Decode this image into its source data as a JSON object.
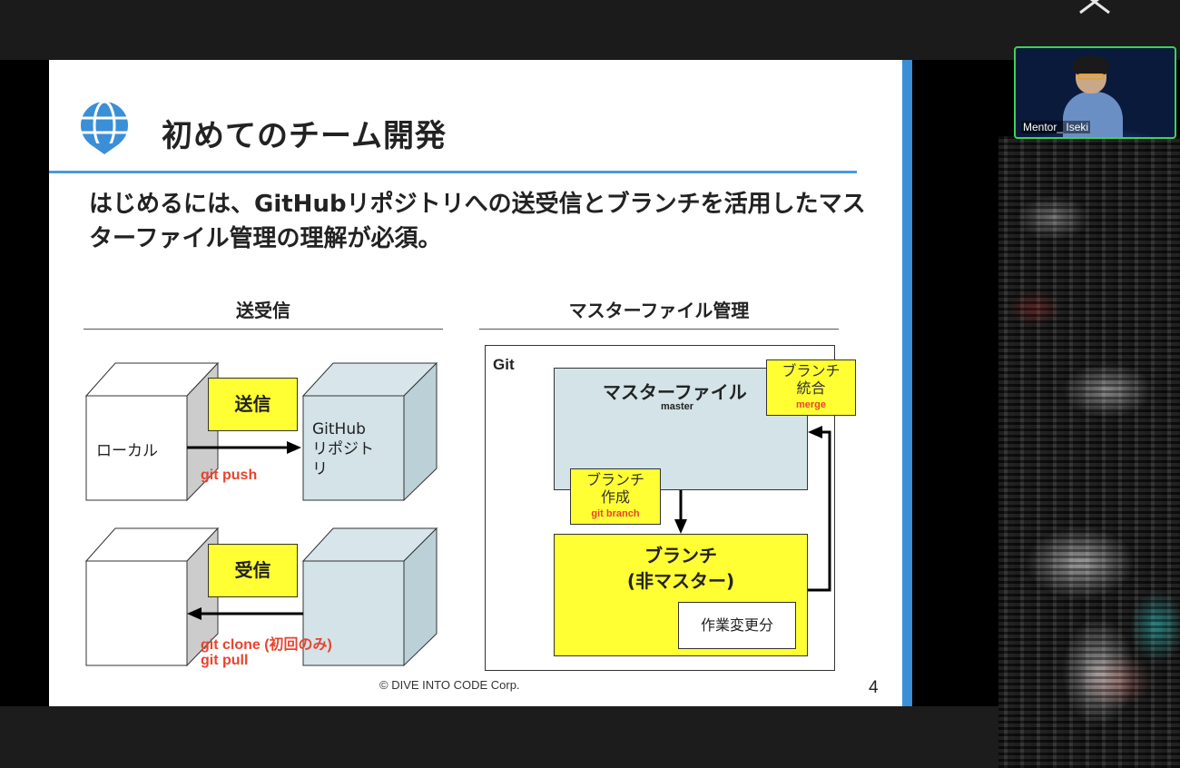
{
  "meeting": {
    "participant_name": "Mentor_ Iseki"
  },
  "slide": {
    "title": "初めてのチーム開発",
    "subtitle": "はじめるには、GitHubリポジトリへの送受信とブランチを活用したマスターファイル管理の理解が必須。",
    "footer": "© DIVE INTO CODE Corp.",
    "page_number": "4",
    "left_section": {
      "heading": "送受信",
      "send_tag": "送信",
      "receive_tag": "受信",
      "local_label": "ローカル",
      "remote_label_lines": [
        "GitHub",
        "リポジト",
        "リ"
      ],
      "push_command": "git push",
      "clone_command": "git clone (初回のみ)",
      "pull_command": "git pull"
    },
    "right_section": {
      "heading": "マスターファイル管理",
      "git_label": "Git",
      "master_title": "マスターファイル",
      "master_sub": "master",
      "merge_tag_lines": [
        "ブランチ",
        "統合"
      ],
      "merge_command": "merge",
      "branch_tag_lines": [
        "ブランチ",
        "作成"
      ],
      "branch_command": "git branch",
      "branch_title_lines": [
        "ブランチ",
        "(非マスター)"
      ],
      "work_label": "作業変更分"
    }
  },
  "colors": {
    "accent_blue": "#3b8fd6",
    "highlight_yellow": "#ffff33",
    "command_red": "#e8442e",
    "master_fill": "#d3e3e8",
    "active_speaker_border": "#3fd15a"
  }
}
